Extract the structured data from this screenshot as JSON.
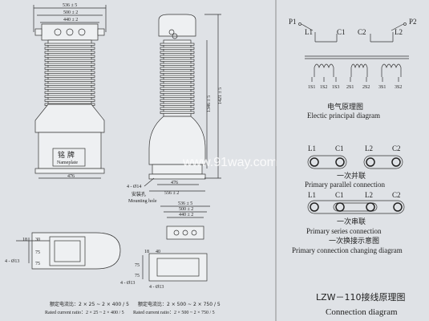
{
  "dims": {
    "w_total": "536 ± 5",
    "w_mid": "500 ± 2",
    "w_inner": "440 ± 2",
    "w_base_small": "476",
    "w_base": "476",
    "w_base_total": "556 ± 2",
    "h_mid": "1346 ± 5",
    "h_total": "1421 ± 5",
    "hole": "4 - Ø14",
    "b_total": "536 ± 5",
    "b_mid": "500 ± 2",
    "b_inner": "440 ± 2",
    "b_hole": "4 - Ø13",
    "plan_18": "18",
    "plan_30": "30",
    "plan_75a": "75",
    "plan_75b": "75",
    "plan_holes": "4 - Ø13",
    "side_18": "18",
    "side_40": "40",
    "side_75a": "75",
    "side_75b": "75",
    "side_holes": "4 - Ø13"
  },
  "labels": {
    "nameplate_cn": "铭 牌",
    "nameplate_en": "Nameplate",
    "mount_cn": "安装孔",
    "mount_en": "Mounting hole",
    "rated_left_cn": "额定电流比：2 × 25 ~ 2 × 400 / 5",
    "rated_left_en": "Rated current ratio：2 × 25 ~ 2 × 400 / 5",
    "rated_right_cn": "额定电流比：2 × 500 ~ 2 × 750 / 5",
    "rated_right_en": "Rated current ratio：2 × 500 ~ 2 × 750 / 5",
    "watermark": "www.91way.com"
  },
  "electric": {
    "p1": "P1",
    "p2": "P2",
    "l1": "L1",
    "c1": "C1",
    "c2": "C2",
    "l2": "L2",
    "s_terms": [
      "1S1",
      "1S2",
      "1S3",
      "2S1",
      "2S2",
      "3S1",
      "3S2"
    ],
    "title_cn": "电气原理图",
    "title_en": "Electic principal diagram"
  },
  "parallel": {
    "terms": [
      "L1",
      "C1",
      "L2",
      "C2"
    ],
    "title_cn": "一次并联",
    "title_en": "Primary parallel connection"
  },
  "series": {
    "terms": [
      "L1",
      "C1",
      "L2",
      "C2"
    ],
    "title_cn": "一次串联",
    "title_en": "Primary series connection"
  },
  "changing": {
    "title_cn": "一次换接示意图",
    "title_en": "Primary connection changing diagram"
  },
  "footer": {
    "title_cn": "LZW－110接线原理图",
    "title_en": "Connection diagram"
  }
}
